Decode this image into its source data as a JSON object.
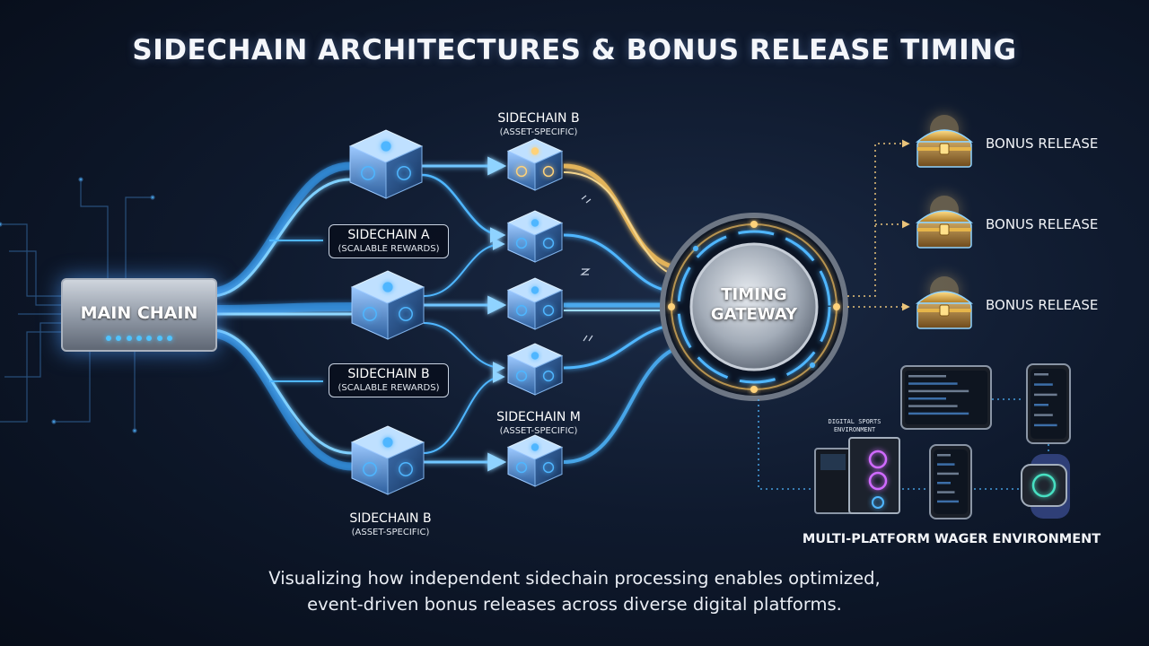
{
  "title": "SIDECHAIN ARCHITECTURES & BONUS RELEASE TIMING",
  "subtitle": {
    "line1": "Visualizing how independent sidechain processing enables optimized,",
    "line2": "event-driven bonus releases across diverse digital platforms."
  },
  "main_chain": {
    "label": "MAIN CHAIN"
  },
  "sidechains": {
    "top": {
      "name": "SIDECHAIN B",
      "type": "(ASSET-SPECIFIC)"
    },
    "a": {
      "name": "SIDECHAIN A",
      "type": "(SCALABLE REWARDS)"
    },
    "b_mid": {
      "name": "SIDECHAIN B",
      "type": "(SCALABLE REWARDS)"
    },
    "m": {
      "name": "SIDECHAIN M",
      "type": "(ASSET-SPECIFIC)"
    },
    "bottom": {
      "name": "SIDECHAIN B",
      "type": "(ASSET-SPECIFIC)"
    }
  },
  "gateway": {
    "line1": "TIMING",
    "line2": "GATEWAY"
  },
  "bonus_releases": [
    {
      "label": "BONUS RELEASE"
    },
    {
      "label": "BONUS RELEASE"
    },
    {
      "label": "BONUS RELEASE"
    }
  ],
  "environment": {
    "label": "MULTI-PLATFORM WAGER ENVIRONMENT",
    "device_caption_line1": "DIGITAL SPORTS",
    "device_caption_line2": "ENVIRONMENT"
  },
  "colors": {
    "background": "#0f1a2e",
    "flow_blue": "#4fb6ff",
    "flow_gold": "#e2b35a",
    "gateway_ring": "#9aa3ae",
    "chest_gold": "#e6b54a"
  }
}
